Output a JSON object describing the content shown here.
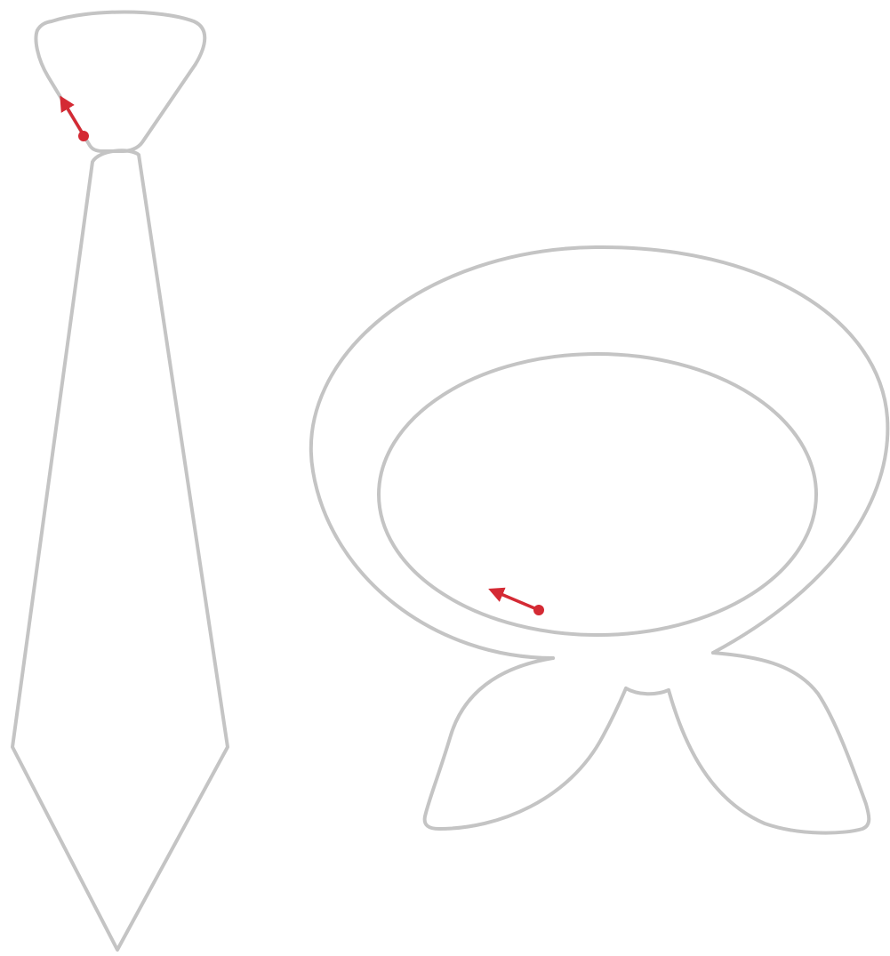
{
  "colors": {
    "outline": "#c4c4c4",
    "arrow": "#d42a34",
    "background": "#ffffff"
  },
  "figures": [
    {
      "name": "necktie",
      "icon": "necktie-icon"
    },
    {
      "name": "neck-scarf",
      "icon": "scarf-icon"
    }
  ],
  "arrows": [
    {
      "figure": "necktie",
      "direction": "up-left"
    },
    {
      "figure": "neck-scarf",
      "direction": "left"
    }
  ]
}
